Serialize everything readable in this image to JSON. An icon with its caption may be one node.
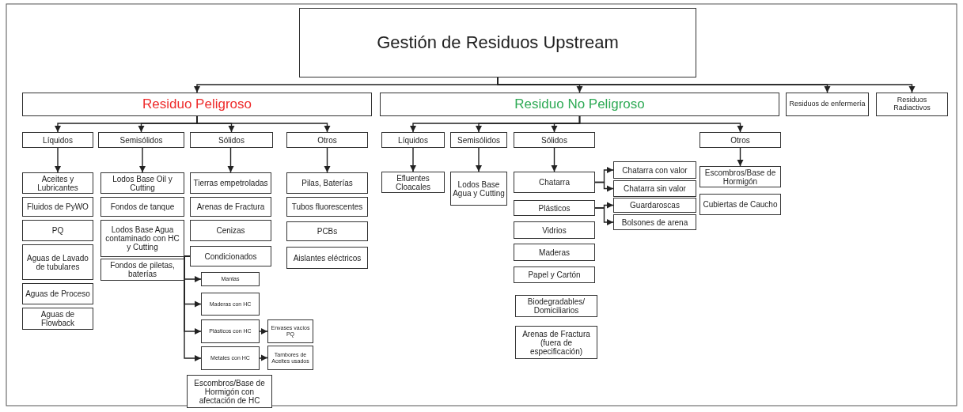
{
  "diagram": {
    "nodes": [
      {
        "text": [
          "Gestión de Residuos Upstream"
        ]
      },
      {
        "text": [
          "Residuo Peligroso"
        ]
      },
      {
        "text": [
          "Residuo No Peligroso"
        ]
      },
      {
        "text": [
          "Residuos de enfermería"
        ]
      },
      {
        "text": [
          "Residuos Radiactivos"
        ]
      },
      {
        "text": [
          "Líquidos"
        ]
      },
      {
        "text": [
          "Semisólidos"
        ]
      },
      {
        "text": [
          "Sólidos"
        ]
      },
      {
        "text": [
          "Otros"
        ]
      },
      {
        "text": [
          "Aceites y Lubricantes"
        ]
      },
      {
        "text": [
          "Fluidos de PyWO"
        ]
      },
      {
        "text": [
          "PQ"
        ]
      },
      {
        "text": [
          "Aguas de Lavado de tubulares"
        ]
      },
      {
        "text": [
          "Aguas de Proceso"
        ]
      },
      {
        "text": [
          "Aguas de Flowback"
        ]
      },
      {
        "text": [
          "Lodos Base Oil y Cutting"
        ]
      },
      {
        "text": [
          "Fondos de tanque"
        ]
      },
      {
        "text": [
          "Lodos Base Agua contaminado con HC y Cutting"
        ]
      },
      {
        "text": [
          "Fondos de piletas, baterías"
        ]
      },
      {
        "text": [
          "Tierras empetroladas"
        ]
      },
      {
        "text": [
          "Arenas de Fractura"
        ]
      },
      {
        "text": [
          "Cenizas"
        ]
      },
      {
        "text": [
          "Condicionados"
        ]
      },
      {
        "text": [
          "Pilas, Baterías"
        ]
      },
      {
        "text": [
          "Tubos fluorescentes"
        ]
      },
      {
        "text": [
          "PCBs"
        ]
      },
      {
        "text": [
          "Aislantes eléctricos"
        ]
      },
      {
        "text": [
          "Mantas"
        ]
      },
      {
        "text": [
          "Maderas con HC"
        ]
      },
      {
        "text": [
          "Plásticos con HC"
        ]
      },
      {
        "text": [
          "Metales con HC"
        ]
      },
      {
        "text": [
          "Envases vacíos PQ"
        ]
      },
      {
        "text": [
          "Tambores de Aceites usados"
        ]
      },
      {
        "text": [
          "Escombros/Base de Hormigón con afectación de HC"
        ]
      },
      {
        "text": [
          "Líquidos"
        ]
      },
      {
        "text": [
          "Semisólidos"
        ]
      },
      {
        "text": [
          "Sólidos"
        ]
      },
      {
        "text": [
          "Otros"
        ]
      },
      {
        "text": [
          "Efluentes Cloacales"
        ]
      },
      {
        "text": [
          "Lodos Base Agua y Cutting"
        ]
      },
      {
        "text": [
          "Chatarra"
        ]
      },
      {
        "text": [
          "Plásticos"
        ]
      },
      {
        "text": [
          "Vidrios"
        ]
      },
      {
        "text": [
          "Maderas"
        ]
      },
      {
        "text": [
          "Papel y Cartón"
        ]
      },
      {
        "text": [
          "Biodegradables/ Domiciliarios"
        ]
      },
      {
        "text": [
          "Arenas de Fractura (fuera de especificación)"
        ]
      },
      {
        "text": [
          "Chatarra con valor"
        ]
      },
      {
        "text": [
          "Chatarra sin valor"
        ]
      },
      {
        "text": [
          "Guardaroscas"
        ]
      },
      {
        "text": [
          "Bolsones de arena"
        ]
      },
      {
        "text": [
          "Escombros/Base de Hormigón"
        ]
      },
      {
        "text": [
          "Cubiertas de Caucho"
        ]
      }
    ],
    "edges": [
      {
        "from": 0,
        "to": 1,
        "arrow": "to"
      },
      {
        "from": 0,
        "to": 2,
        "arrow": "to"
      },
      {
        "from": 0,
        "to": 3,
        "arrow": "to"
      },
      {
        "from": 0,
        "to": 4,
        "arrow": "to"
      },
      {
        "from": 1,
        "to": 5,
        "arrow": "to"
      },
      {
        "from": 1,
        "to": 6,
        "arrow": "to"
      },
      {
        "from": 1,
        "to": 7,
        "arrow": "to"
      },
      {
        "from": 1,
        "to": 8,
        "arrow": "to"
      },
      {
        "from": 5,
        "to": 9,
        "arrow": "to"
      },
      {
        "from": 6,
        "to": 15,
        "arrow": "to"
      },
      {
        "from": 7,
        "to": 19,
        "arrow": "to"
      },
      {
        "from": 8,
        "to": 23,
        "arrow": "to"
      },
      {
        "from": 22,
        "to": 27,
        "arrow": "to"
      },
      {
        "from": 22,
        "to": 28,
        "arrow": "to"
      },
      {
        "from": 22,
        "to": 29,
        "arrow": "to"
      },
      {
        "from": 22,
        "to": 30,
        "arrow": "to"
      },
      {
        "from": 29,
        "to": 31,
        "arrow": "to"
      },
      {
        "from": 30,
        "to": 32,
        "arrow": "to"
      },
      {
        "from": 2,
        "to": 34,
        "arrow": "to"
      },
      {
        "from": 2,
        "to": 35,
        "arrow": "to"
      },
      {
        "from": 2,
        "to": 36,
        "arrow": "to"
      },
      {
        "from": 2,
        "to": 37,
        "arrow": "to"
      },
      {
        "from": 34,
        "to": 38,
        "arrow": "to"
      },
      {
        "from": 35,
        "to": 39,
        "arrow": "to"
      },
      {
        "from": 36,
        "to": 40,
        "arrow": "to"
      },
      {
        "from": 37,
        "to": 51,
        "arrow": "to"
      },
      {
        "from": 40,
        "to": 47,
        "arrow": "to"
      },
      {
        "from": 40,
        "to": 48,
        "arrow": "to"
      },
      {
        "from": 41,
        "to": 49,
        "arrow": "to"
      },
      {
        "from": 41,
        "to": 50,
        "arrow": "to"
      }
    ]
  }
}
